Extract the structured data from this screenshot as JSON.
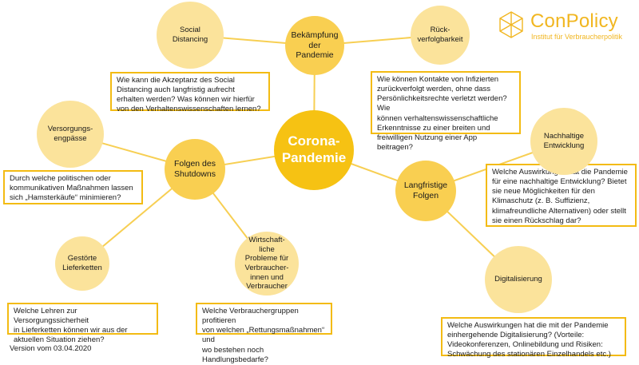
{
  "logo": {
    "name": "ConPolicy",
    "subtitle": "Institut für Verbraucherpolitik",
    "icon": "conpolicy-logo-icon"
  },
  "colors": {
    "core": "#f6c213",
    "main": "#f9cf51",
    "sub": "#fbe39b",
    "border": "#f3bb13",
    "line": "#f7cf53"
  },
  "center": {
    "label": "Corona-\nPandemie"
  },
  "branches": {
    "bekaempfung": {
      "label": "Bekämpfung\nder\nPandemie",
      "social": {
        "label": "Social\nDistancing",
        "question": "Wie kann die Akzeptanz des Social\nDistancing auch langfristig aufrecht\nerhalten werden? Was können wir hierfür\nvon den Verhaltenswissenschaften lernen?"
      },
      "tracking": {
        "label": "Rück-\nverfolgbarkeit",
        "question": "Wie können Kontakte von Infizierten\nzurückverfolgt werden, ohne dass\nPersönlichkeitsrechte verletzt werden? Wie\nkönnen verhaltenswissenschaftliche\nErkenntnisse zu einer breiten und\nfreiwilligen Nutzung einer App beitragen?"
      }
    },
    "shutdown": {
      "label": "Folgen des\nShutdowns",
      "supply": {
        "label": "Versorgungs-\nengpässe",
        "question": "Durch welche politischen oder\nkommunikativen Maßnahmen lassen\nsich „Hamsterkäufe“ minimieren?"
      },
      "chains": {
        "label": "Gestörte\nLieferketten",
        "question": "Welche Lehren zur Versorgungssicherheit\nin Lieferketten können wir aus der\naktuellen Situation ziehen?"
      },
      "economic": {
        "label": "Wirtschaft-\nliche\nProbleme für\nVerbraucher-\ninnen und\nVerbraucher",
        "question": "Welche Verbrauchergruppen profitieren\nvon welchen „Rettungsmaßnahmen“ und\nwo bestehen noch Handlungsbedarfe?"
      }
    },
    "longterm": {
      "label": "Langfristige\nFolgen",
      "sustainable": {
        "label": "Nachhaltige\nEntwicklung",
        "question": "Welche Auswirkungen hat die Pandemie\nfür eine nachhaltige Entwicklung? Bietet\nsie neue Möglichkeiten für den\nKlimaschutz (z. B. Suffizienz,\nklimafreundliche Alternativen) oder stellt\nsie einen Rückschlag dar?"
      },
      "digital": {
        "label": "Digitalisierung",
        "question": "Welche Auswirkungen hat die mit der Pandemie\neinhergehende Digitalisierung? (Vorteile:\nVideokonferenzen, Onlinebildung und Risiken:\nSchwächung des stationären Einzelhandels etc.)"
      }
    }
  },
  "version": "Version vom 03.04.2020"
}
